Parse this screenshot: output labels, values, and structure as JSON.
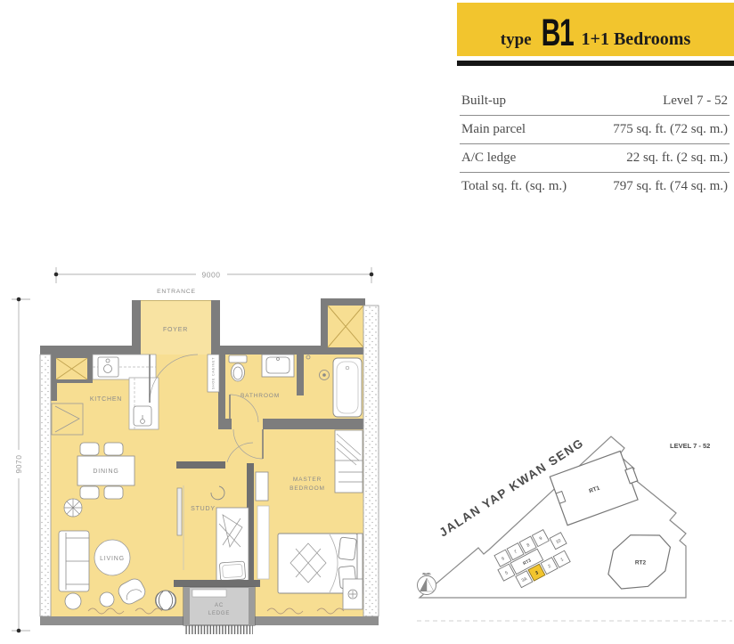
{
  "header": {
    "type_label": "type",
    "type_code": "B1",
    "subtitle": "1+1 Bedrooms"
  },
  "specs": {
    "rows": [
      {
        "label": "Built-up",
        "value": "Level 7 - 52"
      },
      {
        "label": "Main parcel",
        "value": "775 sq. ft. (72 sq. m.)"
      },
      {
        "label": "A/C ledge",
        "value": "22 sq. ft. (2 sq. m.)"
      },
      {
        "label": "Total sq. ft. (sq. m.)",
        "value": "797 sq. ft. (74 sq. m.)"
      }
    ]
  },
  "floorplan": {
    "dim_width": "9000",
    "dim_height": "9070",
    "labels": {
      "entrance": "ENTRANCE",
      "foyer": "FOYER",
      "kitchen": "KITCHEN",
      "bathroom": "BATHROOM",
      "shoe_cabinet": "SHOE CABINET",
      "dining": "DINING",
      "living": "LIVING",
      "study": "STUDY",
      "master_line1": "MASTER",
      "master_line2": "BEDROOM",
      "ac_line1": "AC",
      "ac_line2": "LEDGE"
    }
  },
  "siteplan": {
    "road": "JALAN YAP KWAN SENG",
    "level": "LEVEL 7 - 52",
    "towers": {
      "rt1": "RT1",
      "rt2": "RT2",
      "rt3": "RT3"
    },
    "units": {
      "u6": "6",
      "u7": "7",
      "u8": "8",
      "u9": "9",
      "u10": "10",
      "u5": "5",
      "u3a": "3A",
      "u3": "3",
      "u2": "2",
      "u1": "1"
    },
    "highlighted_unit": "3",
    "north_label": "North"
  },
  "colors": {
    "accent_yellow": "#F2C52E",
    "floor_yellow": "#F7DE92",
    "wall_gray": "#7D7D7D"
  }
}
